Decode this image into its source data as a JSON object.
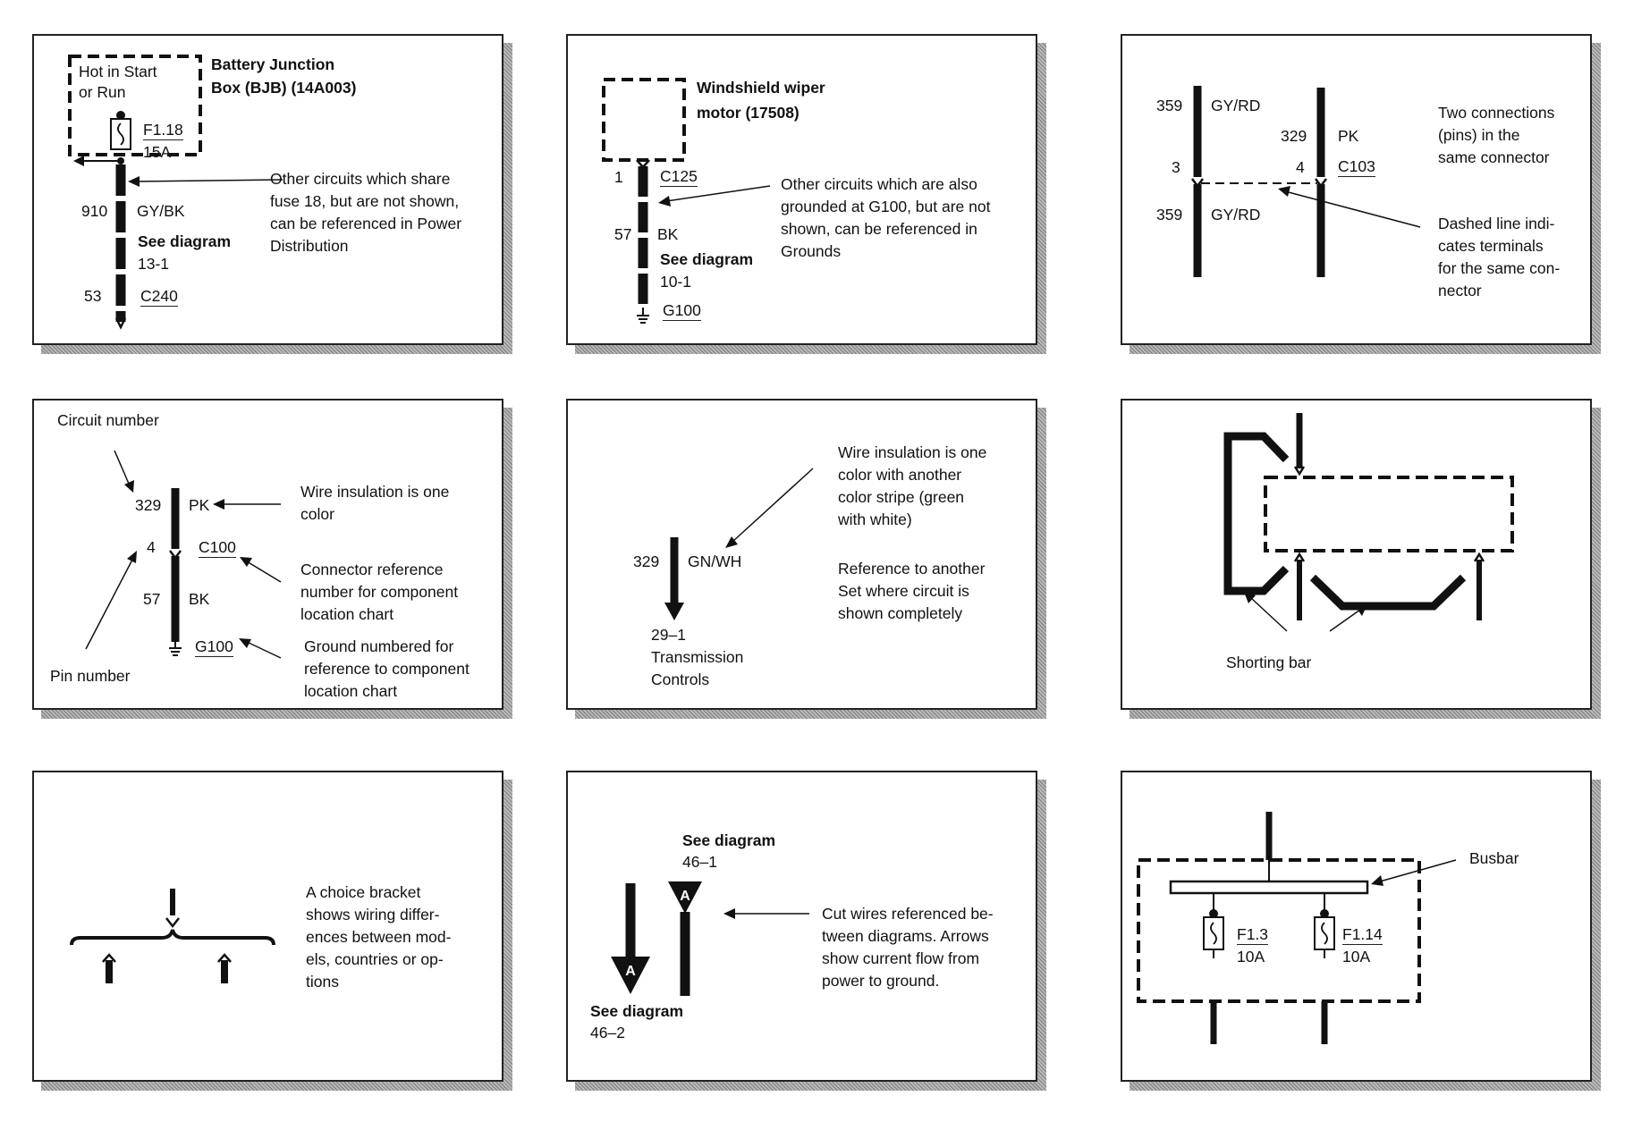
{
  "panels": {
    "bjb": {
      "hot_label": [
        "Hot in Start",
        "or Run"
      ],
      "title": [
        "Battery Junction",
        "Box (BJB) (14A003)"
      ],
      "fuse": "F1.18",
      "fuse_amp": "15A",
      "circuit": "910",
      "color": "GY/BK",
      "see_diagram": "See diagram",
      "diagram_ref": "13-1",
      "pin": "53",
      "connector": "C240",
      "note": [
        "Other circuits which share",
        "fuse 18, but are not shown,",
        "can be referenced in Power",
        "Distribution"
      ]
    },
    "wiper": {
      "title": [
        "Windshield wiper",
        "motor (17508)"
      ],
      "pin": "1",
      "connector": "C125",
      "circuit": "57",
      "color": "BK",
      "see_diagram": "See diagram",
      "diagram_ref": "10-1",
      "ground": "G100",
      "note": [
        "Other circuits which are also",
        "grounded at G100, but are not",
        "shown, can be referenced in",
        "Grounds"
      ]
    },
    "pins": {
      "left_circuit_top": "359",
      "left_color_top": "GY/RD",
      "left_pin": "3",
      "left_circuit_bottom": "359",
      "left_color_bottom": "GY/RD",
      "right_circuit": "329",
      "right_color": "PK",
      "right_pin": "4",
      "connector": "C103",
      "note_top": [
        "Two connections",
        "(pins) in the",
        "same connector"
      ],
      "note_bottom": [
        "Dashed line indi-",
        "cates terminals",
        "for the same con-",
        "nector"
      ]
    },
    "legend": {
      "circuit_label": "Circuit number",
      "circuit": "329",
      "color": "PK",
      "pin": "4",
      "connector": "C100",
      "circuit2": "57",
      "color2": "BK",
      "ground": "G100",
      "pin_label": "Pin number",
      "note_color": [
        "Wire insulation is one",
        "color"
      ],
      "note_connector": [
        "Connector reference",
        "number for component",
        "location chart"
      ],
      "note_ground": [
        "Ground numbered for",
        "reference to component",
        "location chart"
      ]
    },
    "stripe": {
      "note_stripe": [
        "Wire insulation is one",
        "color with another",
        "color stripe (green",
        "with white)"
      ],
      "note_ref": [
        "Reference to another",
        "Set where circuit is",
        "shown completely"
      ],
      "circuit": "329",
      "color": "GN/WH",
      "ref_num": "29–1",
      "ref_name": [
        "Transmission",
        "Controls"
      ]
    },
    "shorting": {
      "label": "Shorting bar"
    },
    "choice": {
      "note": [
        "A choice bracket",
        "shows wiring differ-",
        "ences between mod-",
        "els, countries or op-",
        "tions"
      ]
    },
    "cut": {
      "see_top": "See diagram",
      "ref_top": "46–1",
      "marker": "A",
      "see_bottom": "See diagram",
      "ref_bottom": "46–2",
      "note": [
        "Cut wires referenced be-",
        "tween diagrams. Arrows",
        "show current flow from",
        "power to ground."
      ]
    },
    "busbar": {
      "label": "Busbar",
      "fuse_left": "F1.3",
      "amp_left": "10A",
      "fuse_right": "F1.14",
      "amp_right": "10A"
    }
  }
}
